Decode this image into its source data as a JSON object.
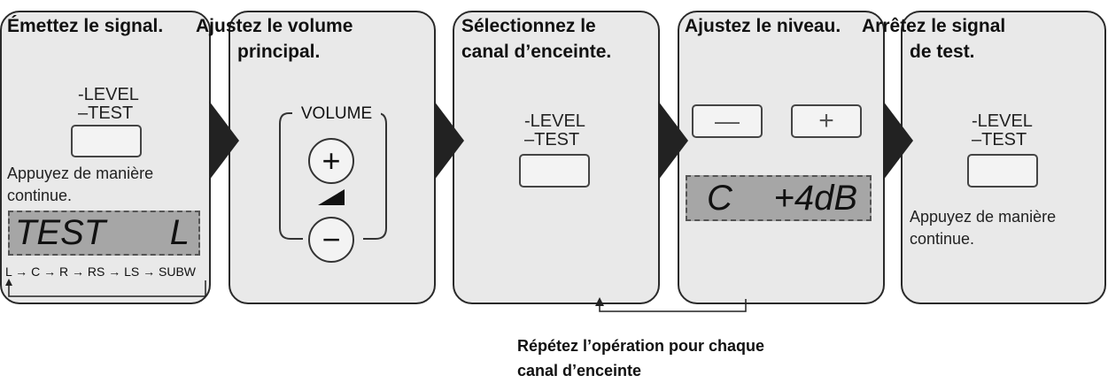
{
  "steps": [
    {
      "heading": "Émettez le signal.",
      "button_label_1": "-LEVEL",
      "button_label_2": "–TEST",
      "note_1": "Appuyez de manière",
      "note_2": "continue.",
      "display_left": "TEST",
      "display_right": "L",
      "channel_sequence": [
        "L",
        "C",
        "R",
        "RS",
        "LS",
        "SUBW"
      ],
      "sequence_arrow": "→"
    },
    {
      "heading_1": "Ajustez le volume",
      "heading_2": "principal.",
      "knob_label": "VOLUME",
      "plus_sign": "+",
      "minus_sign": "−"
    },
    {
      "heading_1": "Sélectionnez le",
      "heading_2": "canal d’enceinte.",
      "button_label_1": "-LEVEL",
      "button_label_2": "–TEST"
    },
    {
      "heading": "Ajustez le niveau.",
      "minus_sign": "—",
      "plus_sign": "+",
      "display_left": "C",
      "display_right": "+4dB"
    },
    {
      "heading_1": "Arrêtez le signal",
      "heading_2": "de test.",
      "button_label_1": "-LEVEL",
      "button_label_2": "–TEST",
      "note_1": "Appuyez de manière",
      "note_2": "continue."
    }
  ],
  "repeat_caption_1": "Répétez l’opération pour chaque",
  "repeat_caption_2": "canal d’enceinte",
  "colors": {
    "panel_bg": "#e9e9e9",
    "display_bg": "#a6a6a6",
    "chevron": "#222222",
    "border": "#2a2a2a"
  }
}
